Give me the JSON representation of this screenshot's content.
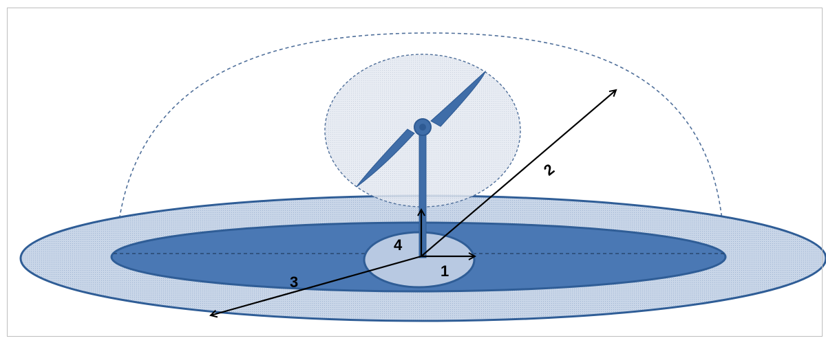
{
  "labels": {
    "arrow_1": "1",
    "arrow_2": "2",
    "arrow_3": "3",
    "arrow_4": "4"
  },
  "colors": {
    "outer_fill": "#c4d2e6",
    "ring_fill": "#4a78b4",
    "ring_stroke": "#2f5d96",
    "inner_fill": "#b8c9e2",
    "turbine": "#3f6da8",
    "rotor_disk": "#dfe6f0",
    "arrow": "#000000",
    "dashed": "#4f6f9a"
  }
}
